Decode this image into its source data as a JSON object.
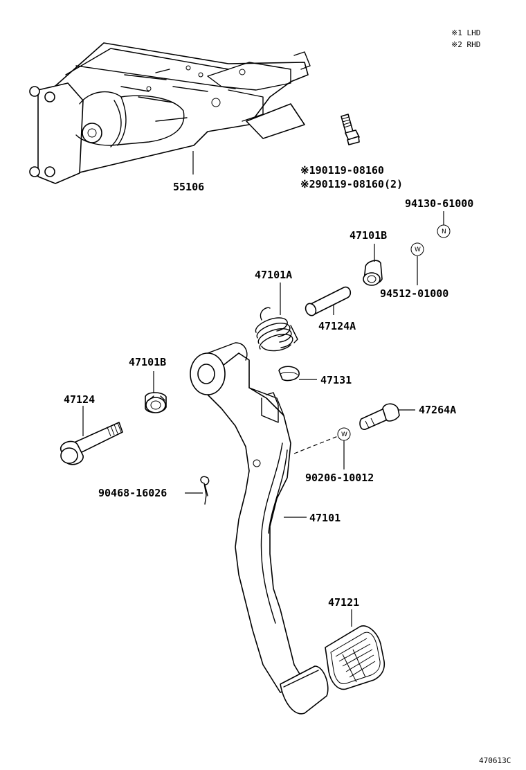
{
  "legend": {
    "lhd": "※1 LHD",
    "rhd": "※2 RHD"
  },
  "labels": {
    "p55106": "55106",
    "bolt_lhd": "※190119-08160",
    "bolt_rhd": "※290119-08160(2)",
    "p94130": "94130-61000",
    "p47101B_top": "47101B",
    "p94512": "94512-01000",
    "p47101A": "47101A",
    "p47124A": "47124A",
    "p47101B_left": "47101B",
    "p47131": "47131",
    "p47124": "47124",
    "p47264A": "47264A",
    "p90206": "90206-10012",
    "p90468": "90468-16026",
    "p47101": "47101",
    "p47121": "47121"
  },
  "markers": {
    "n": "N",
    "w1": "W",
    "w2": "W"
  },
  "figure_code": "470613C"
}
